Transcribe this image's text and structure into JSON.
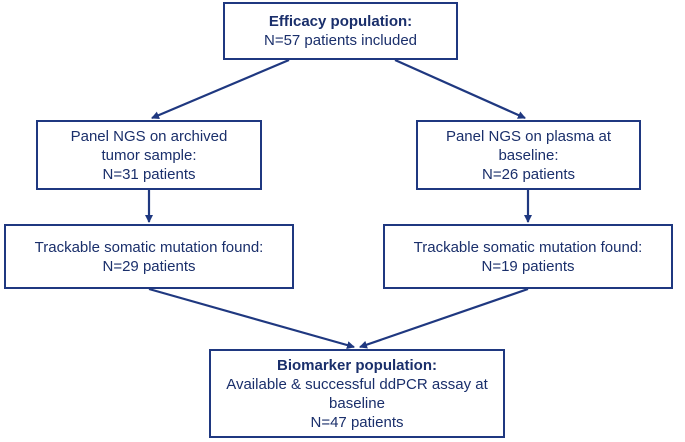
{
  "diagram": {
    "colors": {
      "box_border": "#1f3880",
      "text": "#1a2f6b",
      "arrow": "#1f3880"
    },
    "boxes": {
      "efficacy": {
        "title": "Efficacy population:",
        "line1": "N=57 patients included"
      },
      "panel_tumor": {
        "line1": "Panel NGS on archived",
        "line2": "tumor sample:",
        "line3": "N=31 patients"
      },
      "panel_plasma": {
        "line1": "Panel NGS on plasma at",
        "line2": "baseline:",
        "line3": "N=26 patients"
      },
      "trackable_left": {
        "line1": "Trackable somatic mutation found:",
        "line2": "N=29 patients"
      },
      "trackable_right": {
        "line1": "Trackable somatic mutation found:",
        "line2": "N=19 patients"
      },
      "biomarker": {
        "title": "Biomarker population:",
        "line1": "Available & successful ddPCR assay at",
        "line2": "baseline",
        "line3": "N=47 patients"
      }
    },
    "edges": [
      {
        "from": "efficacy",
        "to": "panel_tumor"
      },
      {
        "from": "efficacy",
        "to": "panel_plasma"
      },
      {
        "from": "panel_tumor",
        "to": "trackable_left"
      },
      {
        "from": "panel_plasma",
        "to": "trackable_right"
      },
      {
        "from": "trackable_left",
        "to": "biomarker"
      },
      {
        "from": "trackable_right",
        "to": "biomarker"
      }
    ]
  }
}
